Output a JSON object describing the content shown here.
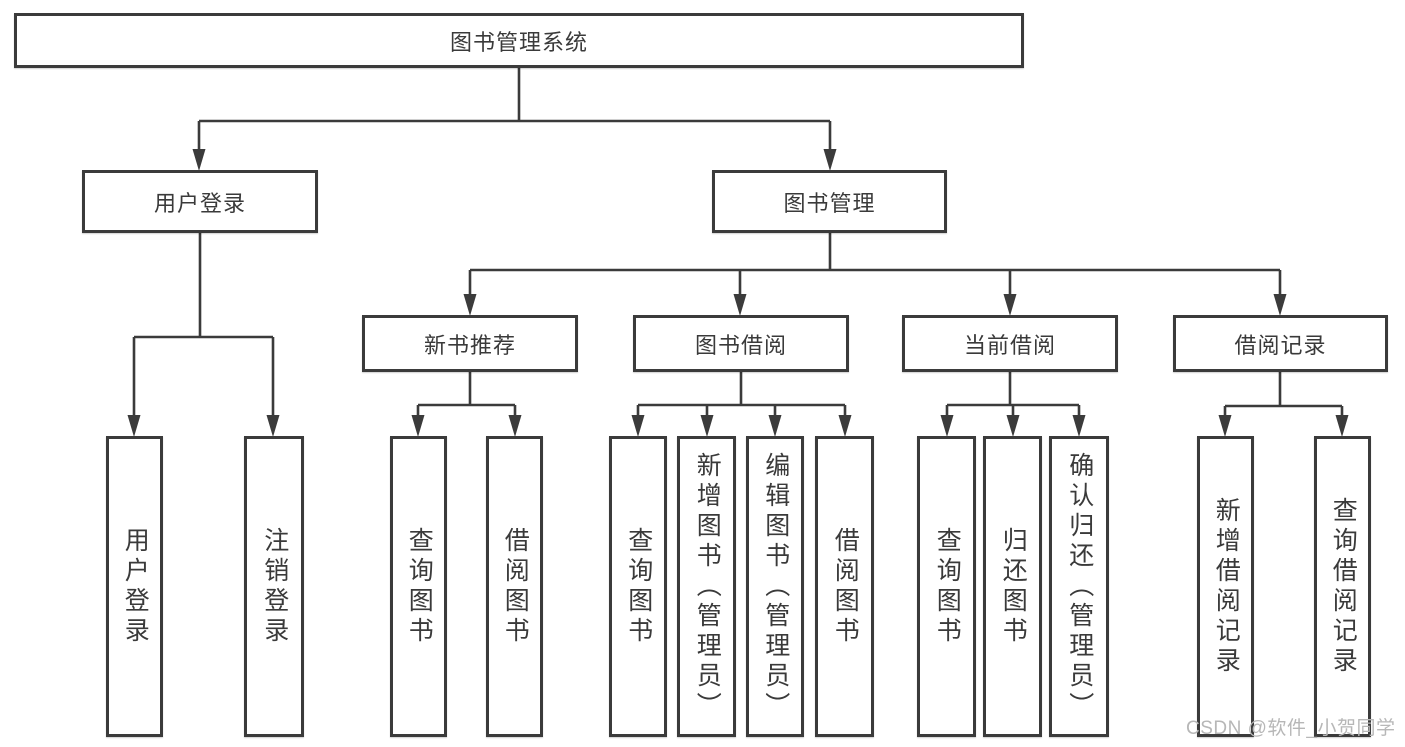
{
  "tree": {
    "root": "图书管理系统",
    "branches": [
      {
        "label": "用户登录",
        "children": [
          "用户登录",
          "注销登录"
        ]
      },
      {
        "label": "图书管理",
        "sections": [
          {
            "label": "新书推荐",
            "children": [
              "查询图书",
              "借阅图书"
            ]
          },
          {
            "label": "图书借阅",
            "children": [
              "查询图书",
              "新增图书（管理员）",
              "编辑图书（管理员）",
              "借阅图书"
            ]
          },
          {
            "label": "当前借阅",
            "children": [
              "查询图书",
              "归还图书",
              "确认归还（管理员）"
            ]
          },
          {
            "label": "借阅记录",
            "children": [
              "新增借阅记录",
              "查询借阅记录"
            ]
          }
        ]
      }
    ]
  },
  "watermark": "CSDN @软件_小贺同学",
  "colors": {
    "line": "#3b3b3b",
    "text": "#3a3a3a",
    "watermark_text": "#b7b7b7",
    "background": "#ffffff"
  }
}
